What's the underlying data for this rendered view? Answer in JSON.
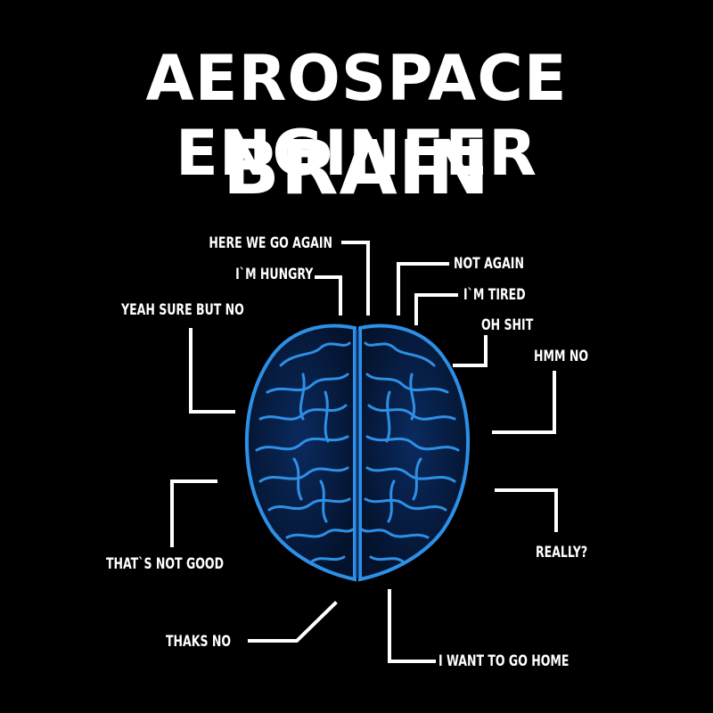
{
  "title": {
    "line1": "AEROSPACE ENGINEER",
    "line2": "BRAIN"
  },
  "labels": {
    "here_we_go_again": "HERE WE GO AGAIN",
    "im_hungry": "I`M HUNGRY",
    "yeah_sure_but_no": "YEAH SURE BUT NO",
    "not_again": "NOT AGAIN",
    "im_tired": "I`M TIRED",
    "oh_shit": "OH SHIT",
    "hmm_no": "HMM NO",
    "thats_not_good": "THAT`S NOT GOOD",
    "really": "REALLY?",
    "thaks_no": "THAKS NO",
    "i_want_to_go_home": "I WANT TO GO HOME"
  },
  "colors": {
    "background": "#000000",
    "text": "#ffffff",
    "brain": "#2e8fe6",
    "brain_dark": "#0d2f66"
  },
  "illustration": "brain-icon"
}
